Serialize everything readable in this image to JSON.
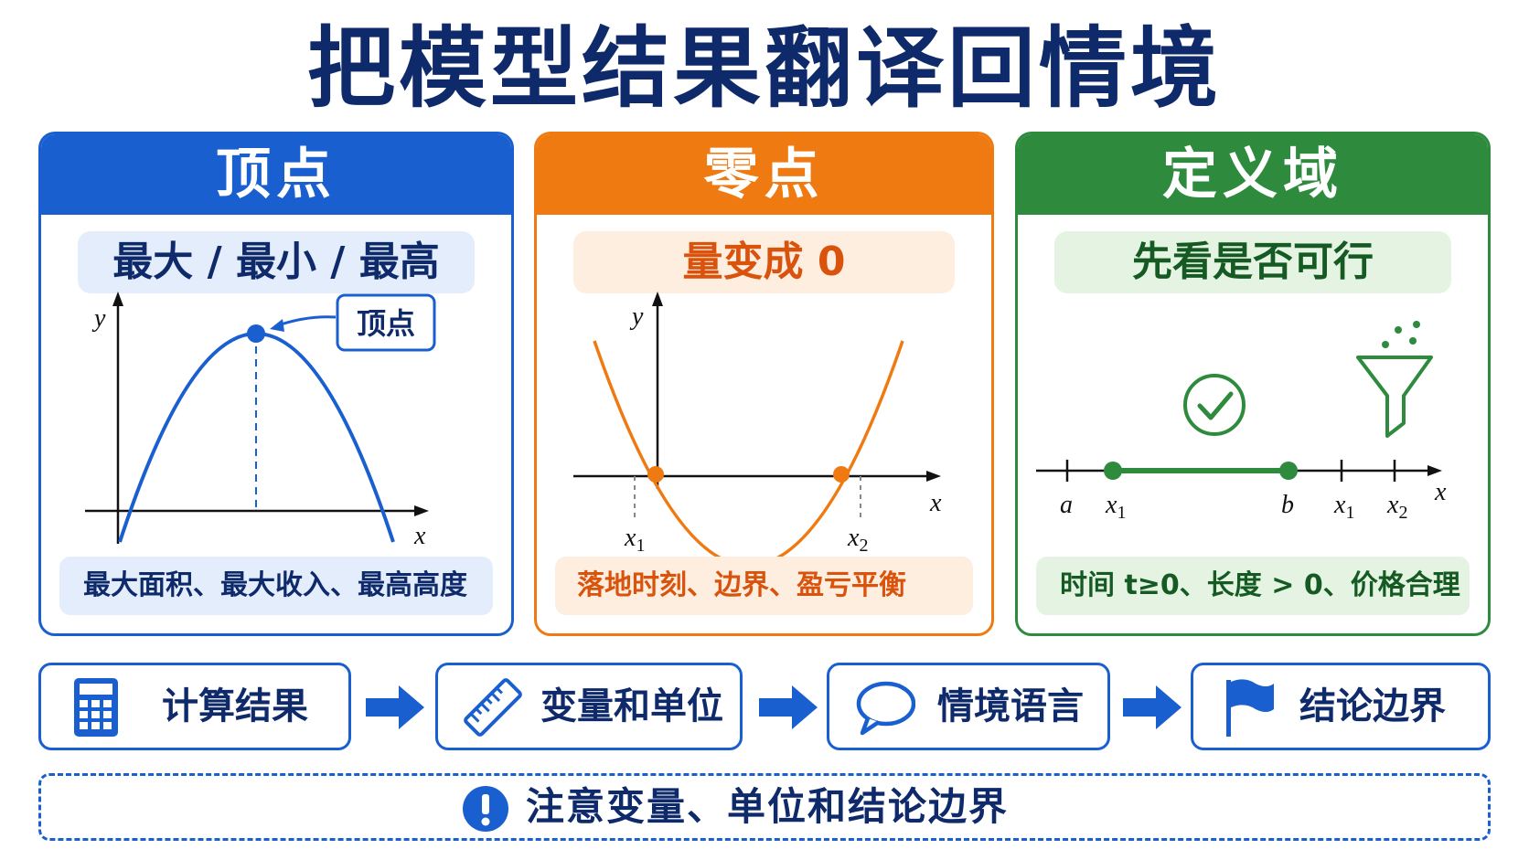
{
  "title": "把模型结果翻译回情境",
  "cards": {
    "vertex": {
      "heading": "顶点",
      "subheading": "最大 / 最小 / 最高",
      "callout": "顶点",
      "axis_y": "y",
      "axis_x": "x",
      "footer": "最大面积、最大收入、最高高度"
    },
    "zero": {
      "heading": "零点",
      "subheading": "量变成 0",
      "axis_y": "y",
      "axis_x": "x",
      "root1": "x",
      "root1_sub": "1",
      "root2": "x",
      "root2_sub": "2",
      "footer": "落地时刻、边界、盈亏平衡"
    },
    "domain": {
      "heading": "定义域",
      "subheading": "先看是否可行",
      "ticks": [
        {
          "label": "a",
          "sub": ""
        },
        {
          "label": "x",
          "sub": "1"
        },
        {
          "label": "b",
          "sub": ""
        },
        {
          "label": "x",
          "sub": "1"
        },
        {
          "label": "x",
          "sub": "2"
        }
      ],
      "axis_x": "x",
      "footer": "时间 t≥0、长度 > 0、价格合理"
    }
  },
  "steps": [
    {
      "label": "计算结果",
      "icon": "calculator-icon"
    },
    {
      "label": "变量和单位",
      "icon": "ruler-icon"
    },
    {
      "label": "情境语言",
      "icon": "speech-bubble-icon"
    },
    {
      "label": "结论边界",
      "icon": "flag-icon"
    }
  ],
  "note": "注意变量、单位和结论边界",
  "colors": {
    "blue": "#1a5fcf",
    "orange": "#f07a12",
    "green": "#2e8b3e",
    "navy": "#0f2a6b"
  }
}
